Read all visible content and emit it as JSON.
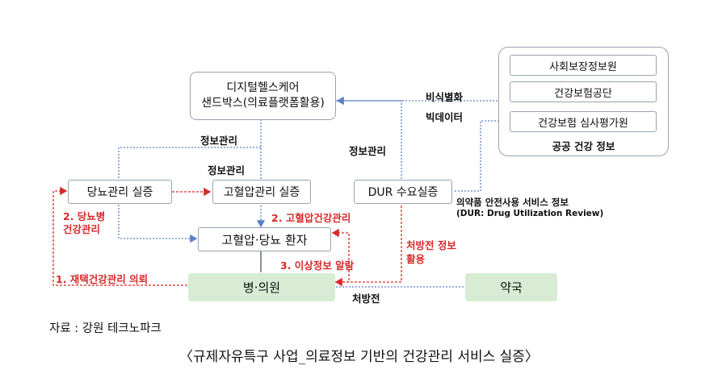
{
  "nodes": {
    "digital_sandbox": {
      "line1": "디지털헬스케어",
      "line2": "샌드박스(의료플랫폼활용)"
    },
    "diabetes": "당뇨관리 실증",
    "hypertension": "고혈압관리 실증",
    "dur": "DUR 수요실증",
    "patient": "고혈압·당뇨 환자",
    "hospital": "병·의원",
    "pharmacy": "약국",
    "public": {
      "items": [
        "사회보장정보원",
        "건강보험공단",
        "건강보험 심사평가원"
      ],
      "title": "공공 건강 정보"
    }
  },
  "labels": {
    "deidentify": "비식별화",
    "bigdata": "빅데이터",
    "info_mgmt_1": "정보관리",
    "info_mgmt_2": "정보관리",
    "info_mgmt_3": "정보관리",
    "dur_desc_1": "의약품 안전사용 서비스 정보",
    "dur_desc_2": "(DUR: Drug Utilization Review)",
    "step2_line1": "2. 당뇨병",
    "step2_line2": "건강관리",
    "step2b": "2. 고혈압건강관리",
    "step3": "3. 이상정보 알람",
    "step1": "1. 재택건강관리 의뢰",
    "rx_info_1": "처방전 정보",
    "rx_info_2": "활용",
    "rx": "처방전"
  },
  "source": "자료 : 강원 테크노파크",
  "caption": "〈규제자유특구 사업_의료정보 기반의 건강관리 서비스 실증〉",
  "colors": {
    "blue_dotted": "#5b7fc7",
    "red_dotted": "#d82a2a",
    "green": "#d7ecd3",
    "border": "#9aa3ad"
  }
}
